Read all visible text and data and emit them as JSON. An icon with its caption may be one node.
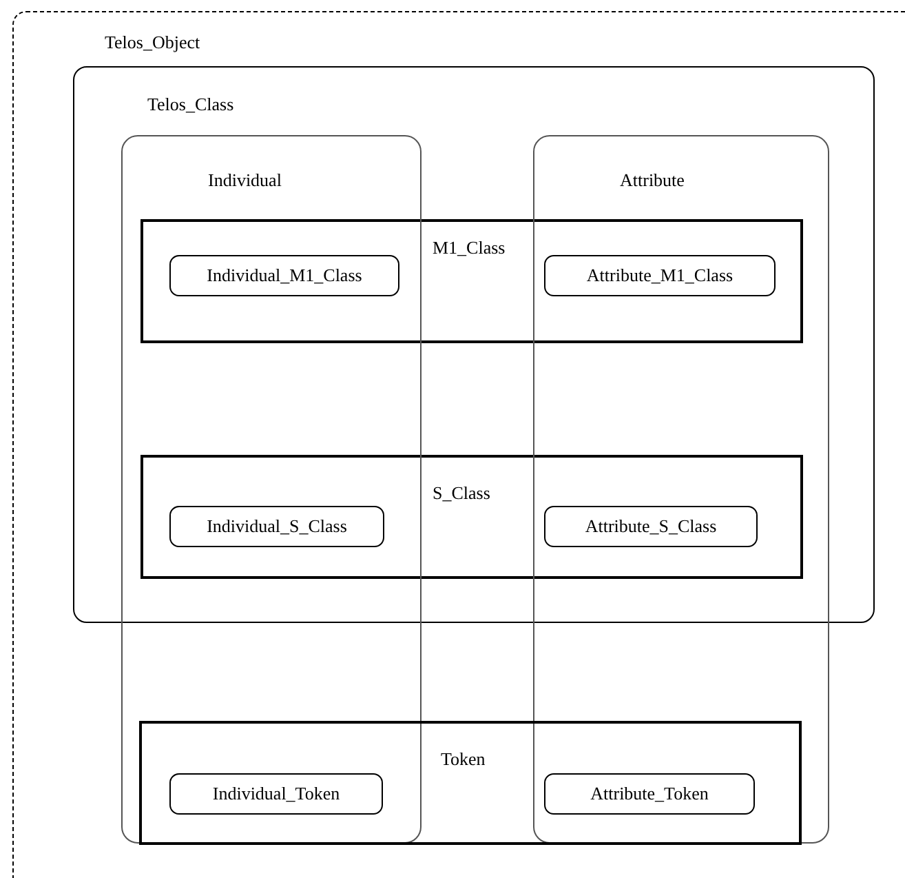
{
  "diagram": {
    "nodes": [
      {
        "text": [
          "Telos_Object"
        ]
      },
      {
        "text": [
          "Telos_Class"
        ],
        "in": 0
      },
      {
        "text": [
          "Individual"
        ],
        "in": 0
      },
      {
        "text": [
          "Attribute"
        ],
        "in": 0
      },
      {
        "text": [
          "M1_Class"
        ],
        "in": 1
      },
      {
        "text": [
          "Individual_M1_Class"
        ]
      },
      {
        "text": [
          "Attribute_M1_Class"
        ]
      },
      {
        "text": [
          "S_Class"
        ],
        "in": 1
      },
      {
        "text": [
          "Individual_S_Class"
        ]
      },
      {
        "text": [
          "Attribute_S_Class"
        ]
      },
      {
        "text": [
          "Token"
        ],
        "in": 0
      },
      {
        "text": [
          "Individual_Token"
        ]
      },
      {
        "text": [
          "Attribute_Token"
        ]
      }
    ],
    "edges": []
  }
}
